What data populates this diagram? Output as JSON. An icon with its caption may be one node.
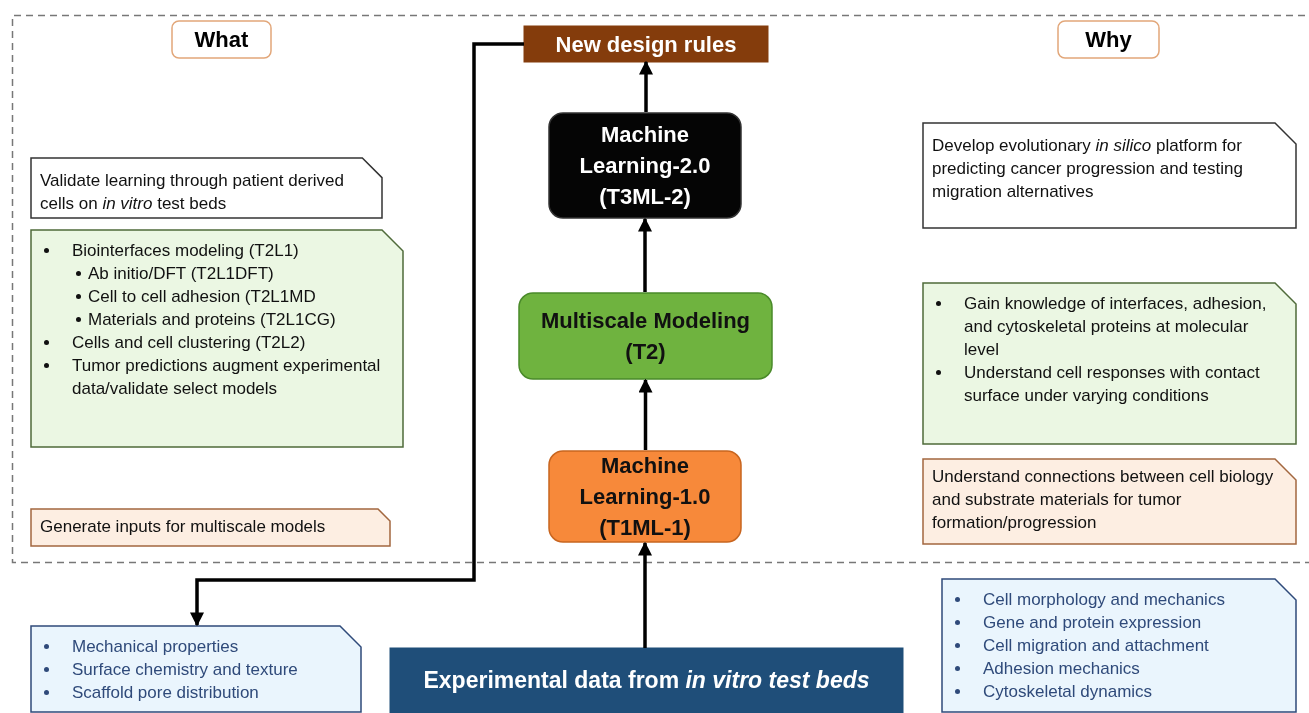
{
  "diagram": {
    "nodes": [
      {
        "text": [],
        "shape": "box"
      },
      {
        "text": [
          "What"
        ],
        "in": 0
      },
      {
        "text": [
          "Validate learning through patient derived cells on *in vitro* test beds"
        ],
        "in": 0
      },
      {
        "text": [
          "Biointerfaces modeling (T2L1)",
          "Ab initio/DFT (T2L1DFT)",
          "Cell to cell adhesion (T2L1MD",
          "Materials and proteins (T2L1CG)",
          "Cells and cell clustering (T2L2)",
          "Tumor predictions augment experimental data/validate select models"
        ],
        "in": 0
      },
      {
        "text": [
          "Generate inputs for multiscale models"
        ],
        "in": 0
      },
      {
        "text": [
          "New design rules"
        ],
        "in": 0
      },
      {
        "text": [
          "Machine Learning-2.0 (T3ML-2)"
        ],
        "in": 0
      },
      {
        "text": [
          "Multiscale Modeling (T2)"
        ],
        "in": 0
      },
      {
        "text": [
          "Machine Learning-1.0 (T1ML-1)"
        ],
        "in": 0
      },
      {
        "text": [
          "Why"
        ],
        "in": 0
      },
      {
        "text": [
          "Develop evolutionary *in silico* platform for predicting cancer progression and testing migration alternatives"
        ],
        "in": 0
      },
      {
        "text": [
          "Gain knowledge of interfaces, adhesion, and cytoskeletal proteins at molecular level",
          "Understand cell responses with contact surface under varying conditions"
        ],
        "in": 0
      },
      {
        "text": [
          "Understand connections between cell biology and substrate materials for tumor formation/progression"
        ],
        "in": 0
      },
      {
        "text": [
          "Mechanical properties",
          "Surface chemistry and texture",
          "Scaffold pore distribution"
        ]
      },
      {
        "text": [
          "Experimental data from *in vitro test beds*"
        ]
      },
      {
        "text": [
          "Cell morphology and mechanics",
          "Gene and protein expression",
          "Cell migration and attachment",
          "Adhesion mechanics",
          "Cytoskeletal dynamics"
        ]
      }
    ],
    "edges": [
      {
        "from": 14,
        "to": 8,
        "arrow": "to"
      },
      {
        "from": 8,
        "to": 7,
        "arrow": "to"
      },
      {
        "from": 7,
        "to": 6,
        "arrow": "to"
      },
      {
        "from": 6,
        "to": 5,
        "arrow": "to"
      },
      {
        "from": 5,
        "to": 13,
        "arrow": "to"
      }
    ]
  }
}
